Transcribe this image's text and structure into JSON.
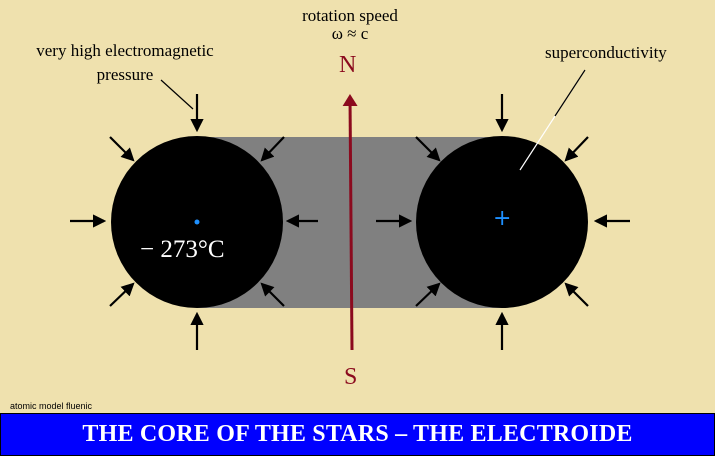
{
  "labels": {
    "rotation_speed": "rotation speed",
    "omega_c": "ω ≈ c",
    "pressure_line1": "very high electromagnetic",
    "pressure_line2": "pressure",
    "superconductivity": "superconductivity",
    "north": "N",
    "south": "S",
    "temperature": "− 273°C",
    "plus_sign": "+"
  },
  "credit": "atomic model fluenic",
  "footer_title": "THE CORE OF THE STARS – THE ELECTROIDE",
  "colors": {
    "background": "#efe1ae",
    "core": "#000000",
    "bridge": "#808080",
    "axis": "#8b0a1e",
    "center_dot": "#1e90ff",
    "footer": "#0000ff",
    "footer_text": "#ffffff"
  }
}
